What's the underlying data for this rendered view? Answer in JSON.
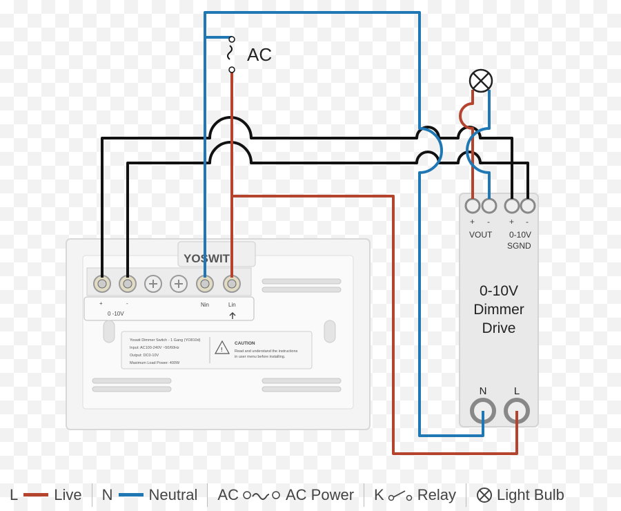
{
  "colors": {
    "live": "#b5442e",
    "neutral": "#1f78b4",
    "wire_black": "#111111",
    "panel": "#f0f0f0",
    "driver": "#e9e9e9"
  },
  "ac_source": {
    "label": "AC"
  },
  "switch": {
    "brand": "YOSWIT",
    "terminal_plus": "+",
    "terminal_minus": "-",
    "terminal_range": "0 -10V",
    "terminal_n": "Nin",
    "terminal_l": "Lin",
    "product_info": [
      "Yoswit Dimmer Switch - 1 Gang (YO810d)",
      "Input: AC100-240V ~50/60Hz",
      "Output: DC0-10V",
      "Maximum Load Power: 400W"
    ],
    "caution_title": "CAUTION",
    "caution_text": [
      "Read and understand the instructions",
      "in user menu before installing."
    ]
  },
  "driver": {
    "plus_left": "+",
    "minus_left": "-",
    "plus_right": "+",
    "minus_right": "-",
    "vout": "VOUT",
    "range_line1": "0-10V",
    "range_line2": "SGND",
    "title_line1": "0-10V",
    "title_line2": "Dimmer",
    "title_line3": "Drive",
    "n_label": "N",
    "l_label": "L"
  },
  "legend": {
    "live_letter": "L",
    "live_label": "Live",
    "neutral_letter": "N",
    "neutral_label": "Neutral",
    "ac_letter": "AC",
    "ac_label": "AC Power",
    "relay_letter": "K",
    "relay_label": "Relay",
    "bulb_label": "Light Bulb"
  }
}
